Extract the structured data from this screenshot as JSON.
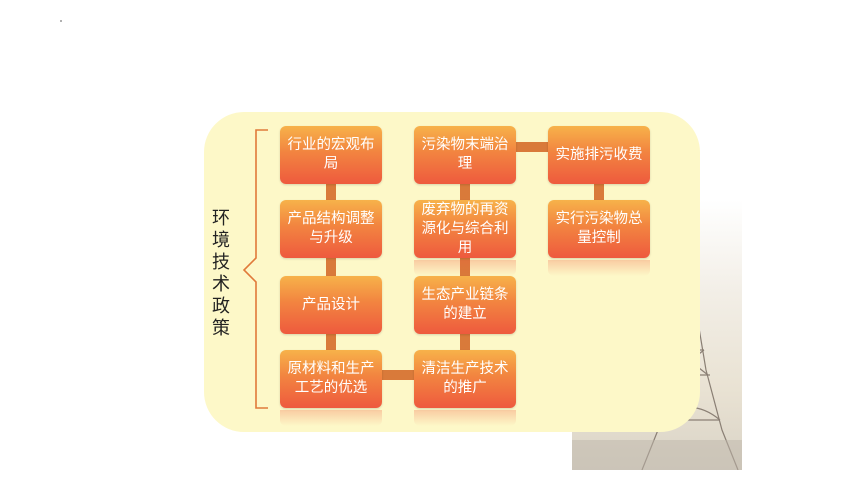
{
  "title_chars": [
    "环",
    "境",
    "技",
    "术",
    "政",
    "策"
  ],
  "columns": [
    [
      "行业的宏观布局",
      "产品结构调整与升级",
      "产品设计",
      "原材料和生产工艺的优选"
    ],
    [
      "污染物末端治理",
      "废弃物的再资源化与综合利用",
      "生态产业链条的建立",
      "清洁生产技术的推广"
    ],
    [
      "实施排污收费",
      "实行污染物总量控制"
    ]
  ],
  "colors": {
    "panel": "#fdf8c8",
    "box_top": "#f7b24a",
    "box_bottom": "#ee5a3e",
    "brace": "#e07a3a"
  },
  "icons": {
    "background_image": "eiffel-tower-photo"
  }
}
